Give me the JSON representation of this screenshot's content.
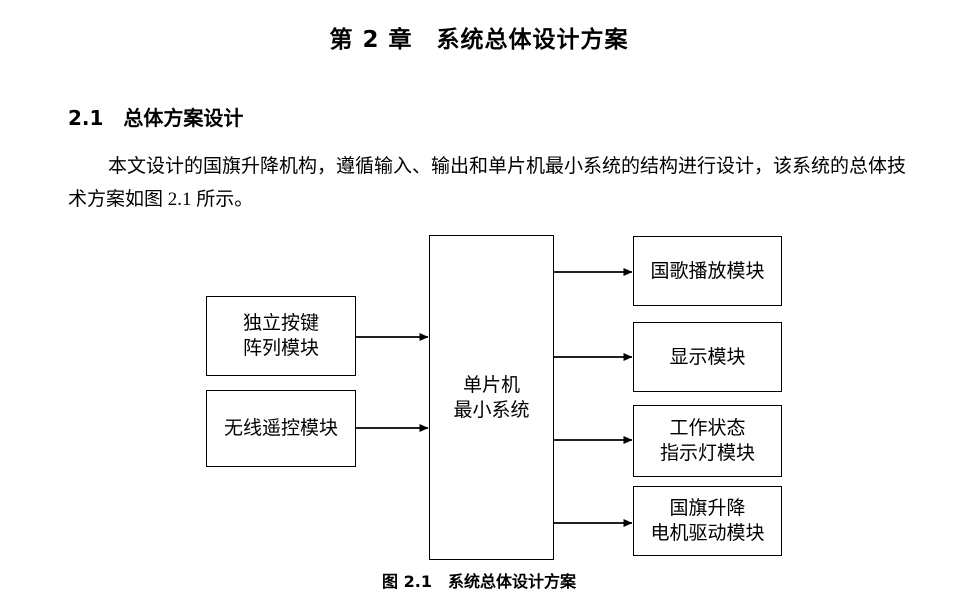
{
  "document": {
    "chapter_title": "第 2 章　系统总体设计方案",
    "section_heading": "2.1　总体方案设计",
    "paragraph": "本文设计的国旗升降机构，遵循输入、输出和单片机最小系统的结构进行设计，该系统的总体技术方案如图 2.1 所示。",
    "figure_caption": "图 2.1　系统总体设计方案"
  },
  "diagram": {
    "inputs": [
      {
        "id": "key-array-module",
        "label": "独立按键\n阵列模块"
      },
      {
        "id": "wireless-remote-module",
        "label": "无线遥控模块"
      }
    ],
    "core": {
      "id": "mcu-minimum-system",
      "label": "单片机\n最小系统"
    },
    "outputs": [
      {
        "id": "anthem-playback-module",
        "label": "国歌播放模块"
      },
      {
        "id": "display-module",
        "label": "显示模块"
      },
      {
        "id": "status-indicator-module",
        "label": "工作状态\n指示灯模块"
      },
      {
        "id": "flag-motor-driver-module",
        "label": "国旗升降\n电机驱动模块"
      }
    ],
    "colors": {
      "box_border": "#000000",
      "box_fill": "#ffffff",
      "arrow": "#000000",
      "text": "#000000",
      "page_background": "#ffffff"
    }
  }
}
